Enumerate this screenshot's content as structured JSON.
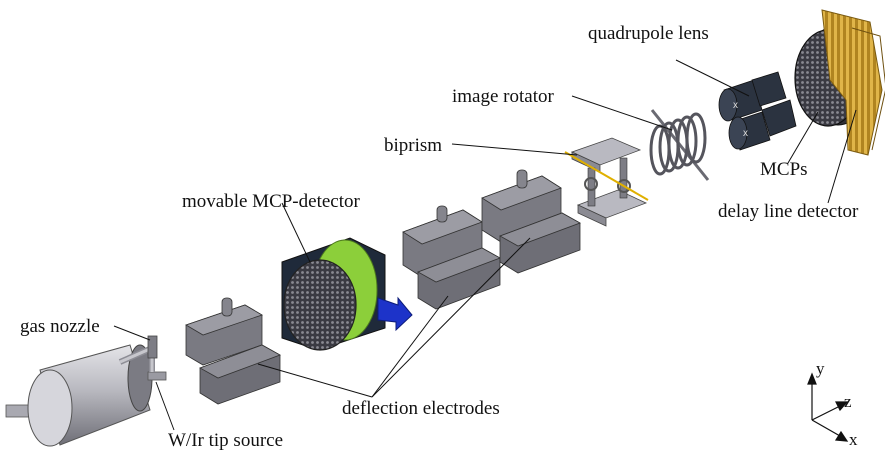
{
  "labels": {
    "quadrupole_lens": "quadrupole lens",
    "image_rotator": "image rotator",
    "biprism": "biprism",
    "movable_mcp_detector": "movable MCP-detector",
    "mcps": "MCPs",
    "delay_line_detector": "delay line detector",
    "gas_nozzle": "gas nozzle",
    "tip_source": "W/Ir tip source",
    "deflection_electrodes": "deflection electrodes"
  },
  "axes": {
    "y": "y",
    "z": "z",
    "x": "x"
  },
  "colors": {
    "metal_light": "#c9c9cf",
    "metal_mid": "#8f8f97",
    "metal_dark": "#55555d",
    "electrode": "#6a6a72",
    "mcp_green": "#8ccf3a",
    "mcp_frame": "#1f2a3a",
    "arrow_blue": "#1d33c9",
    "delay_gold": "#c89a2c",
    "biprism_wire": "#e0b000"
  }
}
